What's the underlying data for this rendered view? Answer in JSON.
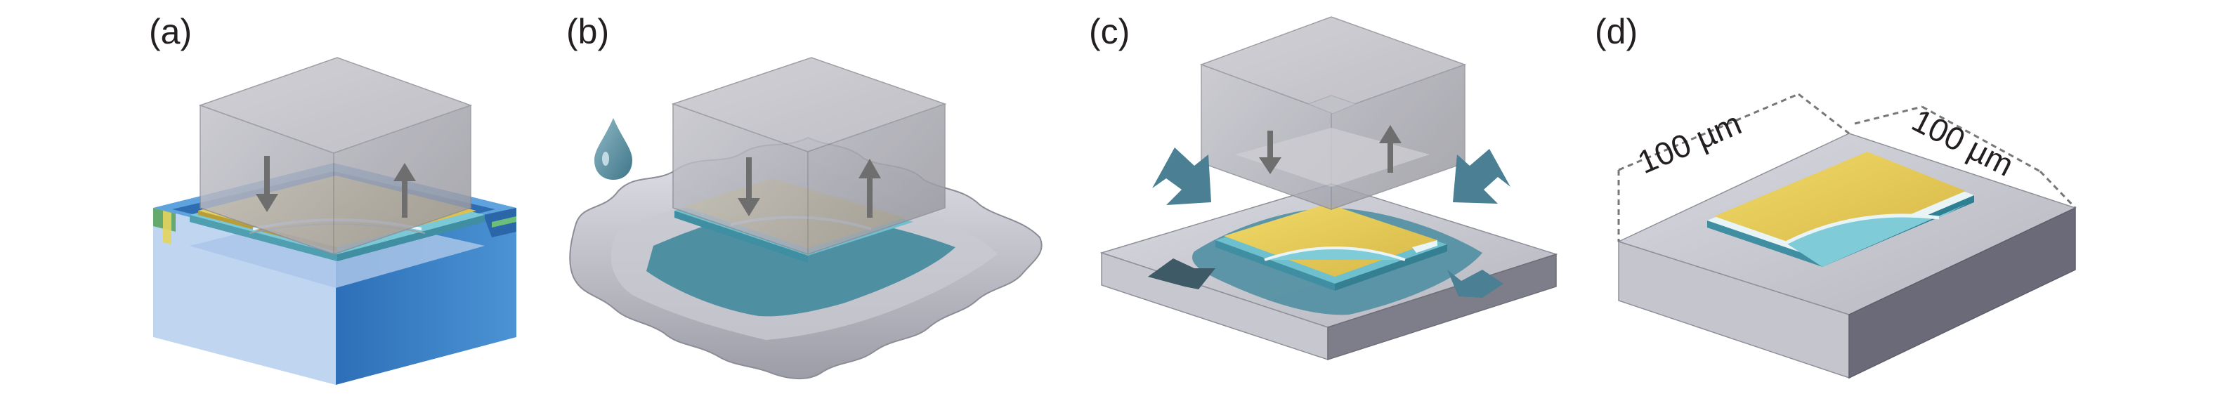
{
  "panels": [
    {
      "id": "a",
      "label": "(a)"
    },
    {
      "id": "b",
      "label": "(b)"
    },
    {
      "id": "c",
      "label": "(c)"
    },
    {
      "id": "d",
      "label": "(d)"
    }
  ],
  "scale_bars": {
    "left": "100 µm",
    "right": "100 µm"
  },
  "colors": {
    "cube_glass": "#a9a9b2",
    "gold_film": "#e9cf55",
    "cyan_layer": "#7fcbd8",
    "blue_substrate": "#3f86c8",
    "light_blue_substrate": "#bcd3ee",
    "grey_substrate": "#a8a8b4",
    "etchant_teal": "#4f8fa2",
    "arrow_grey": "#6e6e6e",
    "arrow_teal": "#4a7f94"
  }
}
